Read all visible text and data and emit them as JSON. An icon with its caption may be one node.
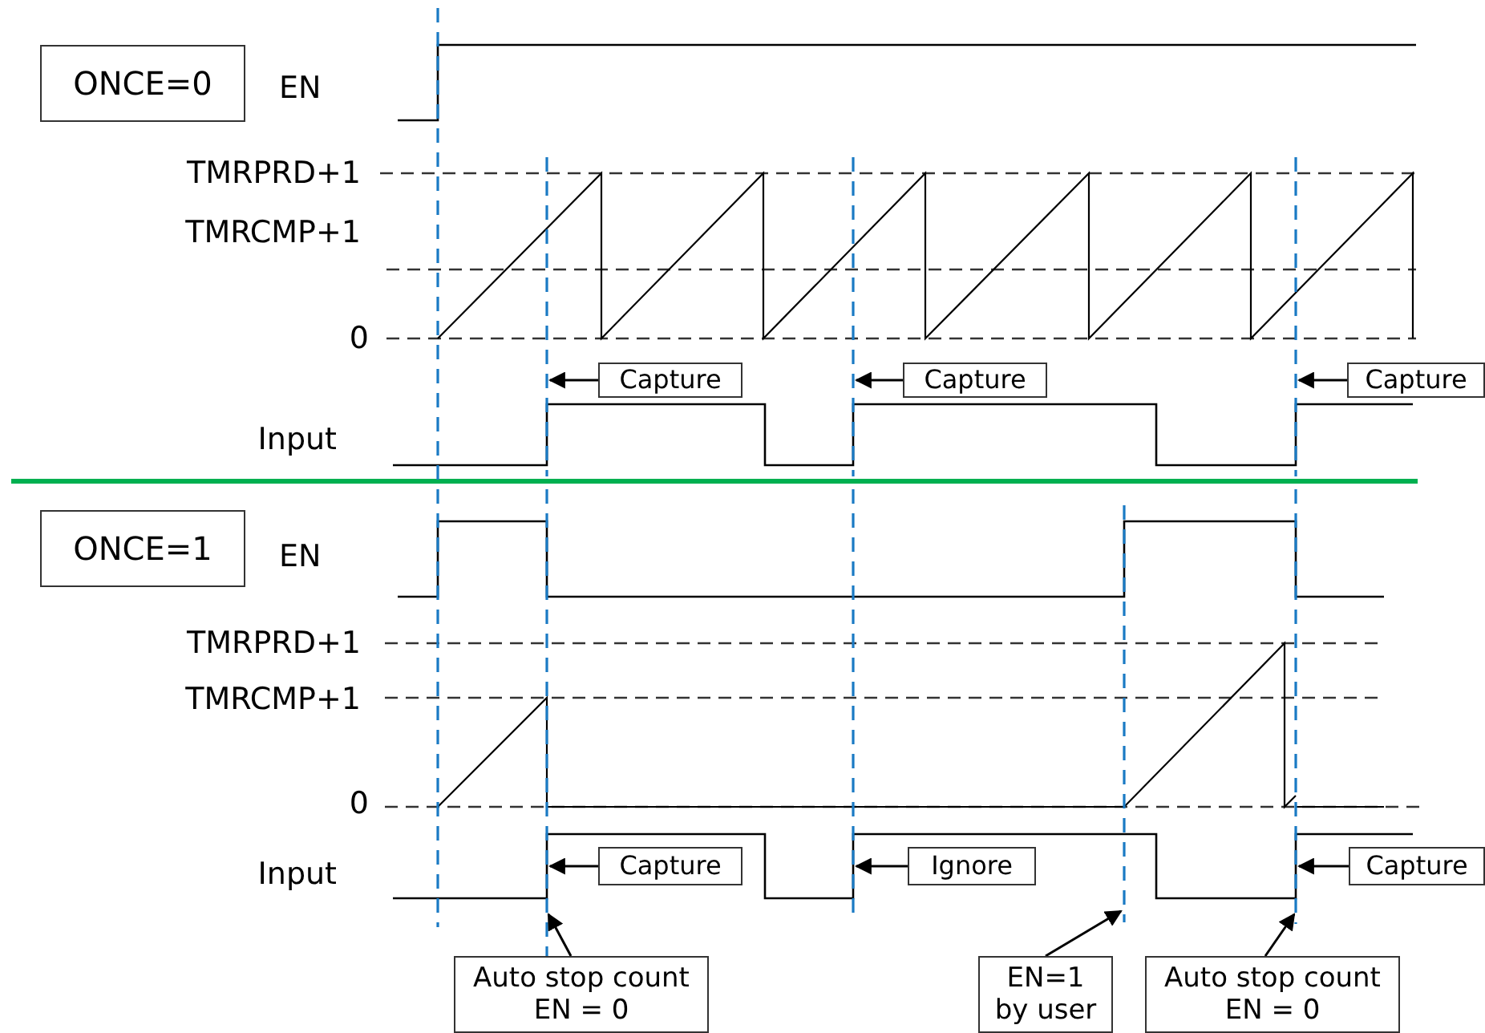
{
  "diagram": {
    "nodes": [
      {
        "text": [
          "ONCE=0"
        ]
      },
      {
        "text": [
          "Capture"
        ]
      },
      {
        "text": [
          "Capture"
        ]
      },
      {
        "text": [
          "Capture"
        ]
      },
      {
        "text": [
          "ONCE=1"
        ]
      },
      {
        "text": [
          "Capture"
        ]
      },
      {
        "text": [
          "Ignore"
        ]
      },
      {
        "text": [
          "Capture"
        ]
      },
      {
        "text": [
          "Auto stop count EN = 0"
        ]
      },
      {
        "text": [
          "EN=1 by user"
        ]
      },
      {
        "text": [
          "Auto stop count EN = 0"
        ]
      }
    ],
    "edges": [
      {
        "from": 1,
        "to": null,
        "arrow": "to"
      },
      {
        "from": 2,
        "to": null,
        "arrow": "to"
      },
      {
        "from": 3,
        "to": null,
        "arrow": "to"
      },
      {
        "from": 5,
        "to": null,
        "arrow": "to"
      },
      {
        "from": 6,
        "to": null,
        "arrow": "to"
      },
      {
        "from": 7,
        "to": null,
        "arrow": "to"
      },
      {
        "from": 8,
        "to": null,
        "arrow": "to"
      },
      {
        "from": 9,
        "to": null,
        "arrow": "to"
      },
      {
        "from": 10,
        "to": null,
        "arrow": "to"
      }
    ],
    "labels": [
      "EN",
      "TMRPRD+1",
      "TMRCMP+1",
      "0",
      "Input",
      "EN",
      "TMRPRD+1",
      "TMRCMP+1",
      "0",
      "Input"
    ]
  }
}
